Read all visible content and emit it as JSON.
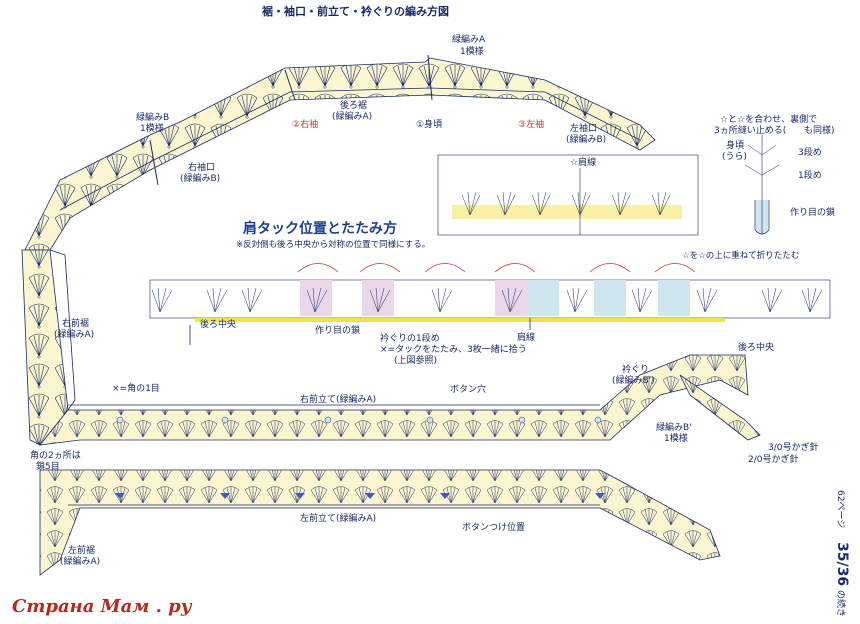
{
  "title": "裾・袖口・前立て・衿ぐりの編み方図",
  "labels": {
    "pattern_a": "緑編みA",
    "pattern_a_repeat": "1模様",
    "back_hem": "後ろ裾",
    "back_hem_sub": "(緑編みA)",
    "right_sleeve": "②右袖",
    "body": "①身頃",
    "left_sleeve": "③左袖",
    "left_cuff": "左袖口",
    "left_cuff_sub": "(緑編みB)",
    "pattern_b": "緑編みB",
    "pattern_b_repeat": "1模様",
    "right_cuff": "右袖口",
    "right_cuff_sub": "(緑編みB)",
    "right_front_hem": "右前裾",
    "right_front_hem_sub": "(緑編みA)",
    "corner_note": "×=角の1目",
    "right_placket": "右前立て(緑編みA)",
    "buttonhole": "ボタン穴",
    "corner_two": "角の2ヵ所は",
    "corner_two_sub": "鎖5目",
    "left_placket": "左前立て(緑編みA)",
    "button_pos": "ボタンつけ位置",
    "left_front_hem": "左前裾",
    "left_front_hem_sub": "(緑編みA)",
    "neckline": "衿ぐり",
    "neckline_sub": "(緑編みB')",
    "pattern_b2": "緑編みB'",
    "pattern_b2_repeat": "1模様",
    "hook_3": "3/0号かぎ針",
    "hook_2": "2/0号かぎ針",
    "back_center": "後ろ中央",
    "back_center_2": "後ろ中央",
    "shoulder_line": "☆肩線",
    "tuck_title": "肩タック位置とたたみ方",
    "tuck_note": "※反対側も後ろ中央から対称の位置で同様にする。",
    "fold_note": "☆を☆の上に重ねて折りたたむ",
    "chain_start": "作り目の鎖",
    "neck_row1": "衿ぐりの1段め",
    "neck_row1_b": "×=タックをたたみ、3枚一緒に拾う",
    "neck_row1_c": "(上図参照)",
    "shoulder_line_2": "肩線",
    "inset_note": "☆と☆を合わせ、裏側で",
    "inset_note_b": "3ヵ所縫い止める(",
    "inset_note_c": "も同様)",
    "inset_body": "身頃",
    "inset_body_sub": "(うら)",
    "row3": "3段め",
    "row1": "1段め",
    "inset_chain": "作り目の鎖",
    "page_ref": "62ページ",
    "page_num": "35/36",
    "cont": "の続き",
    "watermark": "Страна Мам . ру"
  },
  "colors": {
    "band_fill": "#fbf6d0",
    "ink": "#1a2a6a",
    "accent_red": "#c0392b",
    "tuck_pink": "#ead8ea",
    "tuck_blue": "#cfe6f0",
    "yellow_line": "#f2e34a"
  }
}
